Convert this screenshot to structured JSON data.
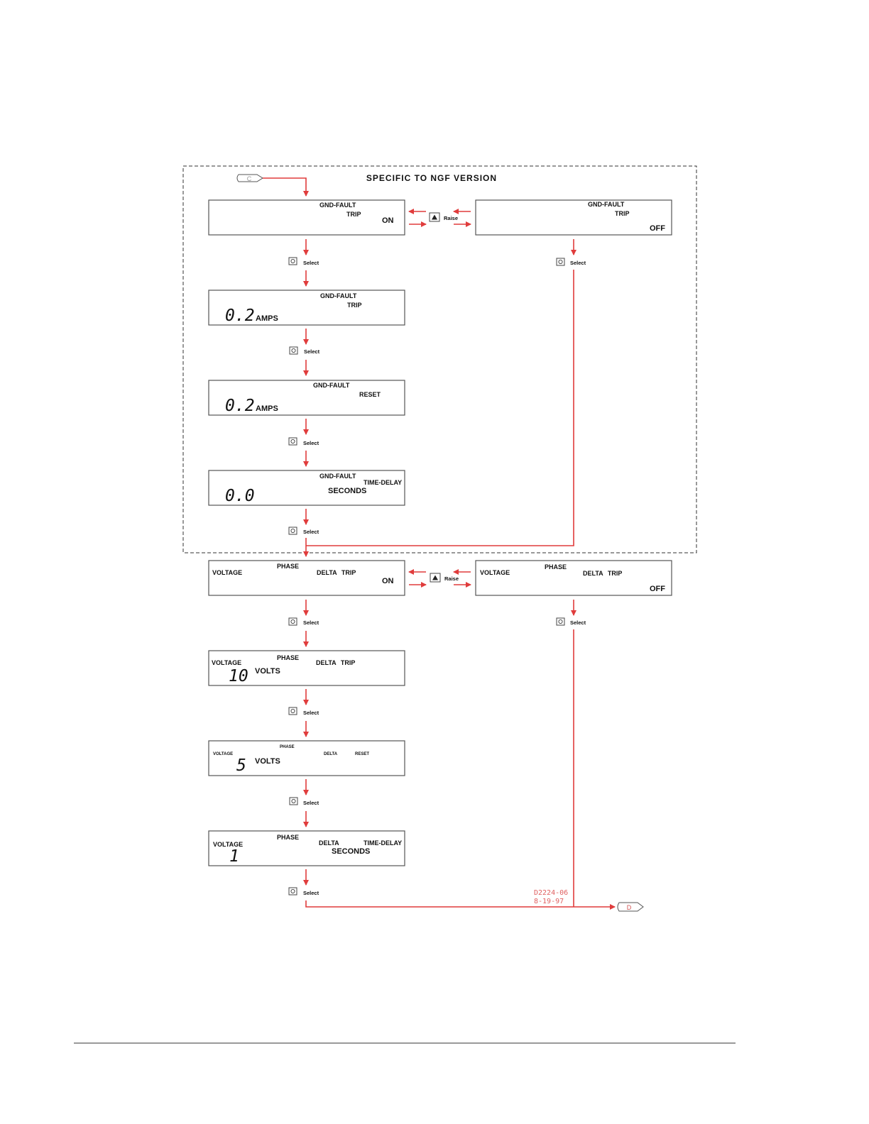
{
  "section_title": "SPECIFIC TO NGF VERSION",
  "connector_in": "C",
  "connector_out": "D",
  "select_label": "Select",
  "raise_label": "Raise",
  "stamp": {
    "code": "D2224-06",
    "date": "8-19-97"
  },
  "displays": {
    "gf_trip_on": {
      "l1": "GND-FAULT",
      "l2": "TRIP",
      "state": "ON"
    },
    "gf_trip_off": {
      "l1": "GND-FAULT",
      "l2": "TRIP",
      "state": "OFF"
    },
    "gf_trip_amps": {
      "l1": "GND-FAULT",
      "l2": "TRIP",
      "value": "0.2",
      "unit": "AMPS"
    },
    "gf_reset_amps": {
      "l1": "GND-FAULT",
      "l2": "RESET",
      "value": "0.2",
      "unit": "AMPS"
    },
    "gf_delay": {
      "l1": "GND-FAULT",
      "l2": "TIME-DELAY",
      "unit": "SECONDS",
      "value": "0.0"
    },
    "pv_trip_on": {
      "left": "VOLTAGE",
      "l1": "PHASE",
      "l2": "DELTA TRIP",
      "state": "ON"
    },
    "pv_trip_off": {
      "left": "VOLTAGE",
      "l1": "PHASE",
      "l2": "DELTA TRIP",
      "state": "OFF"
    },
    "pv_trip_volts": {
      "left": "VOLTAGE",
      "l1": "PHASE",
      "l2": "DELTA TRIP",
      "value": "10",
      "unit": "VOLTS"
    },
    "pv_reset_volts": {
      "left": "VOLTAGE",
      "l1": "PHASE",
      "l2a": "DELTA",
      "l2b": "RESET",
      "value": "5",
      "unit": "VOLTS"
    },
    "pv_delay": {
      "left": "VOLTAGE",
      "l1": "PHASE",
      "l2a": "DELTA",
      "l2b": "TIME-DELAY",
      "unit": "SECONDS",
      "value": "1"
    }
  },
  "button_icons": [
    "button-1-icon",
    "button-2-icon",
    "button-3-icon",
    "button-4-icon",
    "button-5-icon",
    "button-6-icon",
    "button-7-icon",
    "button-8-icon",
    "button-9-icon",
    "button-10-icon",
    "raise-arrow-icon"
  ]
}
